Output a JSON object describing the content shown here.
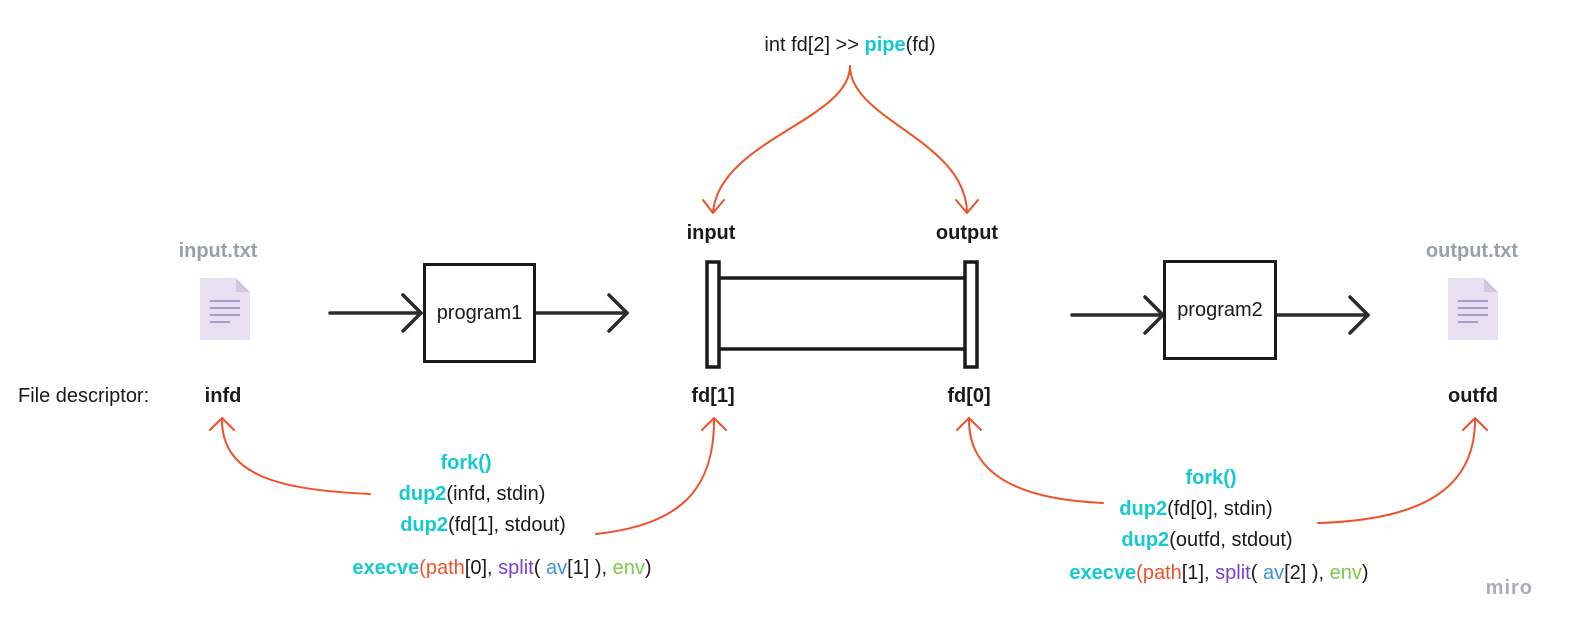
{
  "header": {
    "pipe_prefix": "int fd[2] >> ",
    "pipe_fn": "pipe",
    "pipe_suffix": "(fd)"
  },
  "files": {
    "input_name": "input.txt",
    "output_name": "output.txt"
  },
  "programs": {
    "program1": "program1",
    "program2": "program2"
  },
  "pipe_ends": {
    "input_label": "input",
    "output_label": "output"
  },
  "descriptors": {
    "row_label": "File descriptor:",
    "infd": "infd",
    "fd1": "fd[1]",
    "fd0": "fd[0]",
    "outfd": "outfd"
  },
  "child1": {
    "fork": "fork()",
    "dup2_a_fn": "dup2",
    "dup2_a_args": "(infd, stdin)",
    "dup2_b_fn": "dup2",
    "dup2_b_args": "(fd[1], stdout)",
    "execve_fn": "execve",
    "execve_open": "(",
    "path": "path",
    "path_idx": "[0], ",
    "split": "split",
    "split_open": "( ",
    "av": "av",
    "av_idx": "[1] ),  ",
    "env": "env",
    "close": ")"
  },
  "child2": {
    "fork": "fork()",
    "dup2_a_fn": "dup2",
    "dup2_a_args": "(fd[0], stdin)",
    "dup2_b_fn": "dup2",
    "dup2_b_args": "(outfd, stdout)",
    "execve_fn": "execve",
    "execve_open": "(",
    "path": "path",
    "path_idx": "[1], ",
    "split": "split",
    "split_open": "( ",
    "av": "av",
    "av_idx": "[2] ),  ",
    "env": "env",
    "close": ")"
  },
  "watermark": "miro",
  "colors": {
    "accent_cyan": "#14c8d4",
    "arrow_red": "#f0502a",
    "file_gray": "#95a1ad",
    "doc_fill": "#e6e0f2",
    "purple": "#7b3fcf",
    "blue": "#3d8fe8",
    "green": "#7ec84a"
  },
  "icons": {
    "input_file": "document-icon",
    "output_file": "document-icon"
  }
}
